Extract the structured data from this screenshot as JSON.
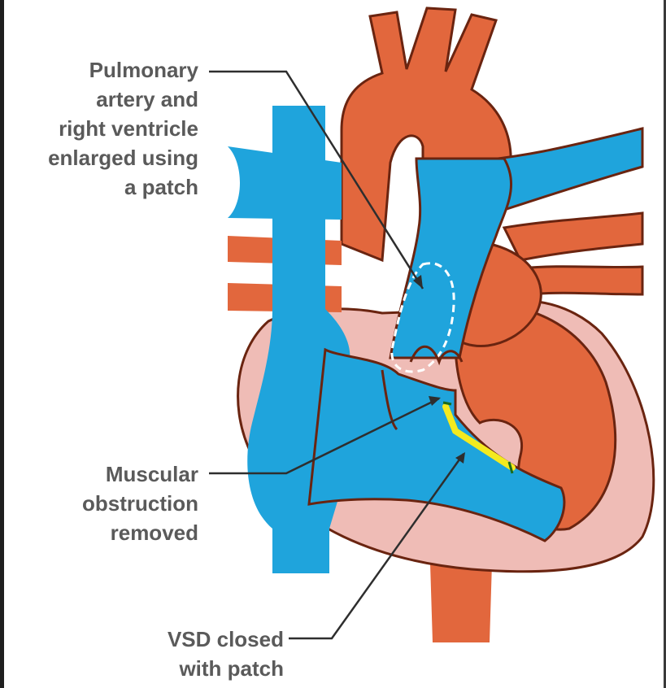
{
  "labels": {
    "pulmonary": [
      "Pulmonary",
      "artery and",
      "right ventricle",
      "enlarged using",
      "a patch"
    ],
    "muscular": [
      "Muscular",
      "obstruction",
      "removed"
    ],
    "vsd": [
      "VSD closed",
      "with patch"
    ]
  },
  "colors": {
    "vessel_red": "#e2673d",
    "vessel_red_dark": "#c94e27",
    "vessel_blue": "#1fa4dc",
    "heart_pink": "#efbcb6",
    "outline": "#6a2410",
    "patch_yellow": "#f4ea1f",
    "label_text": "#5a5a5a",
    "leader_line": "#2e2e2e"
  }
}
